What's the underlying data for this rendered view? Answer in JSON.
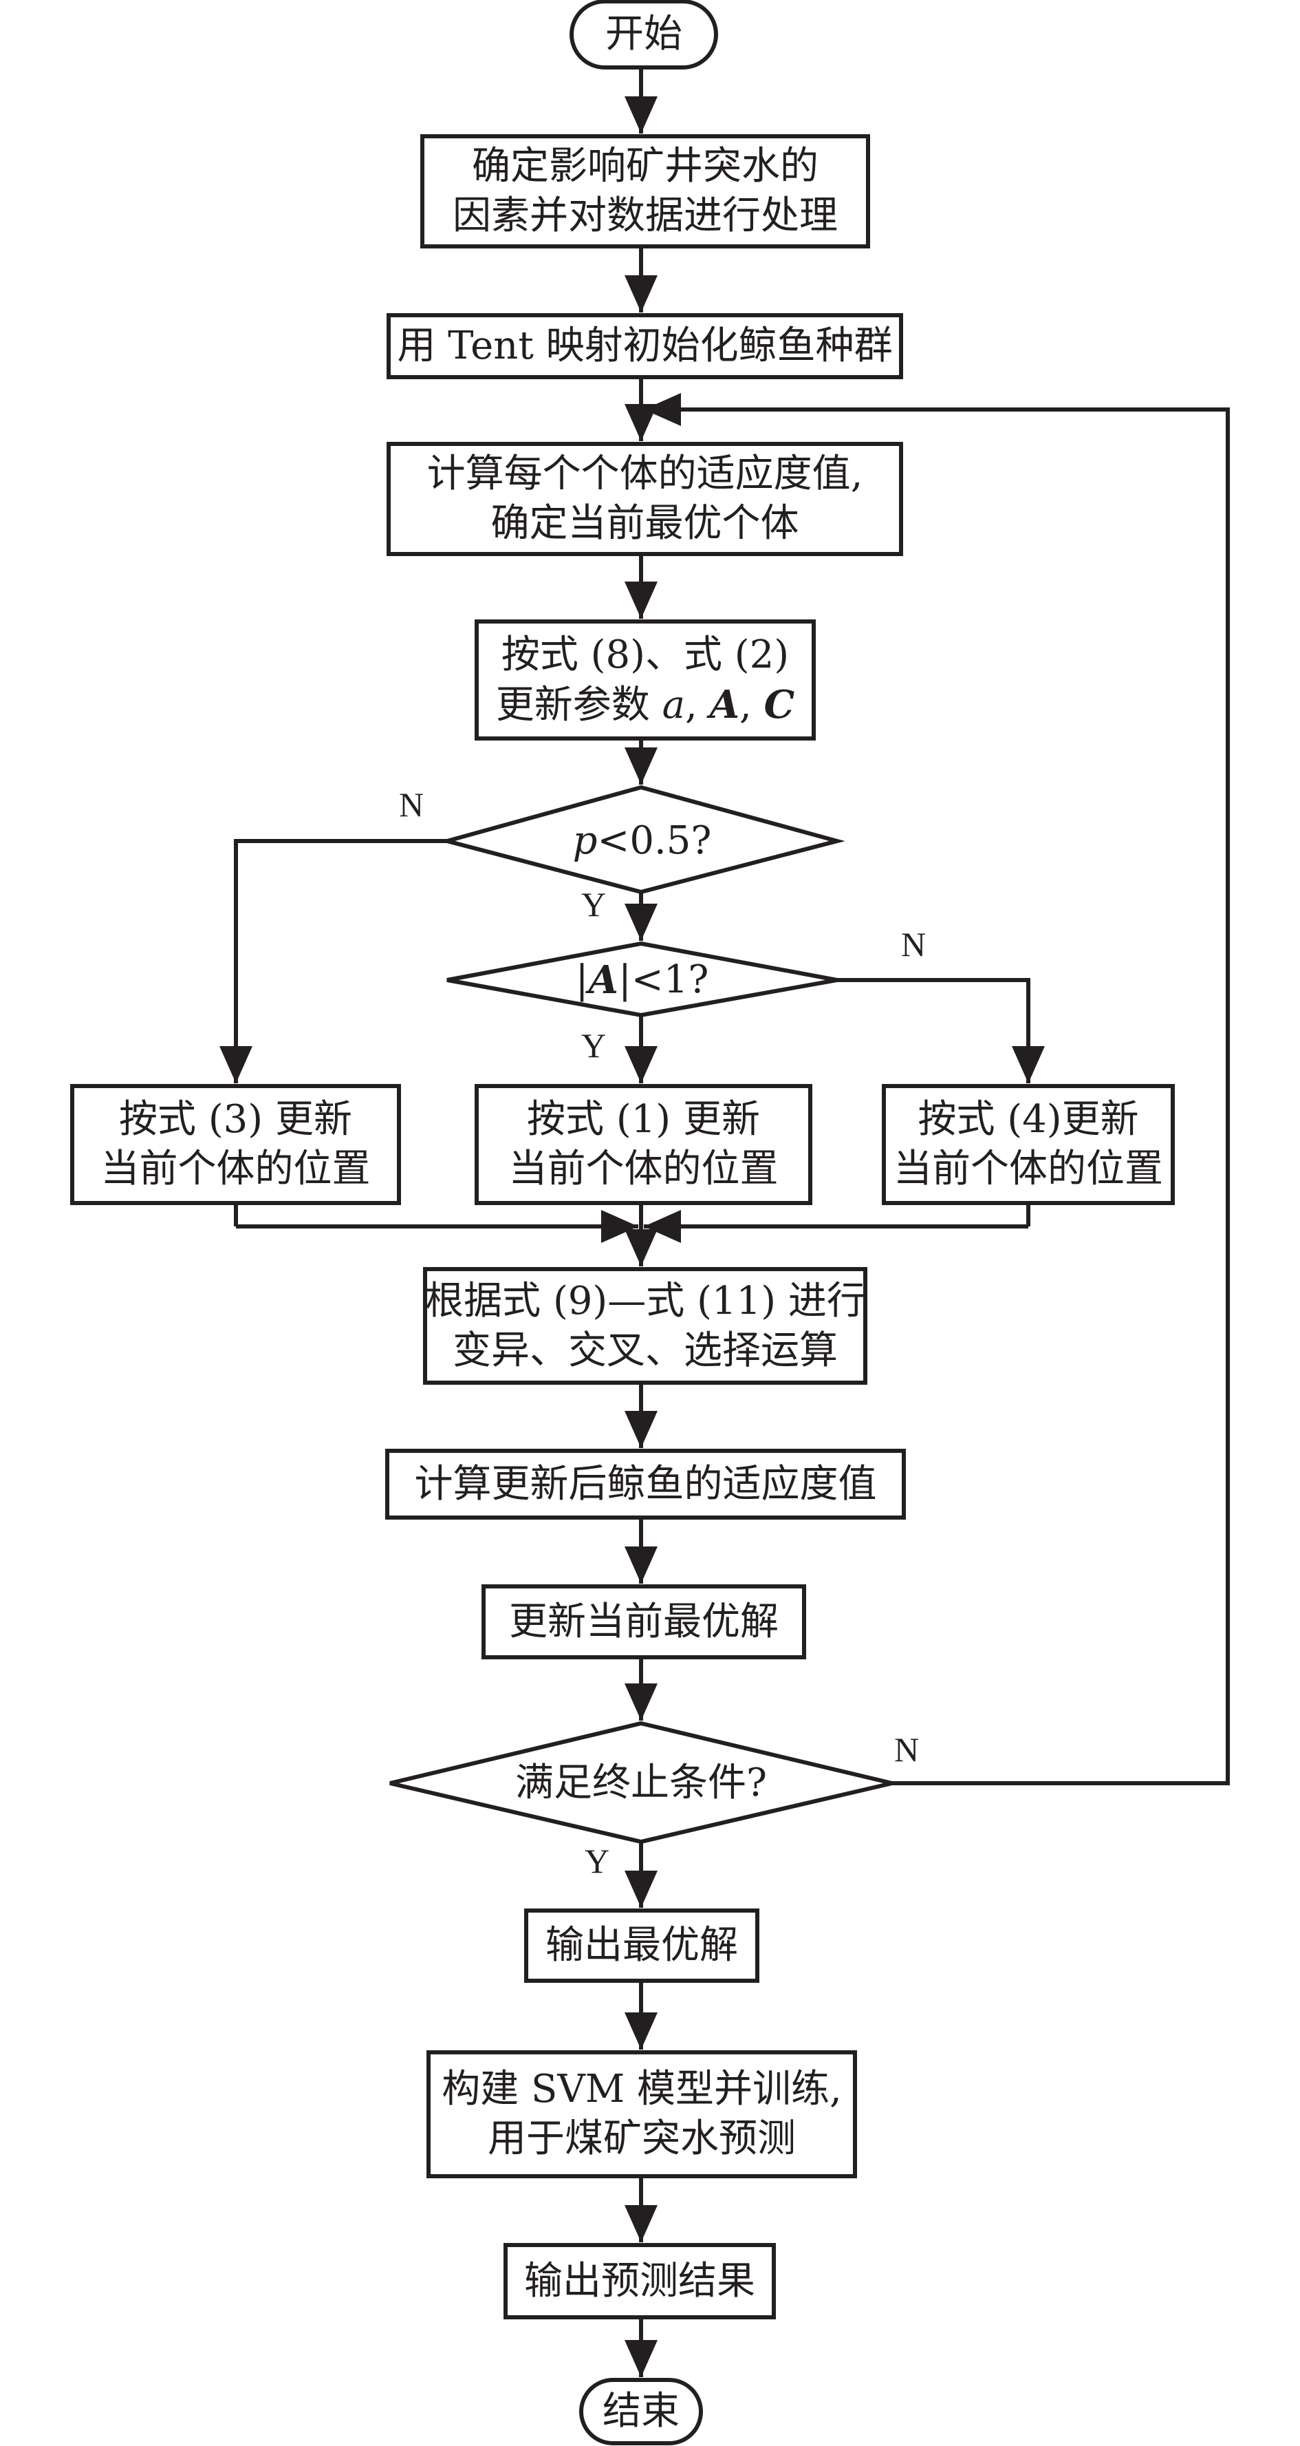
{
  "nodes": {
    "start": "开始",
    "identify_factors": "确定影响矿井突水的\n因素并对数据进行处理",
    "tent_init": "用 Tent 映射初始化鲸鱼种群",
    "calc_fitness": "计算每个个体的适应度值,\n确定当前最优个体",
    "update_params_line1": "按式 (8)、式 (2)",
    "update_params_line2": "更新参数 ",
    "param_a": "a",
    "param_A": "A",
    "param_C": "C",
    "decision_p_var": "p",
    "decision_p_rest": "<0.5?",
    "decision_A_open": "|",
    "decision_A_var": "A",
    "decision_A_rest": "|<1?",
    "update_pos_3": "按式 (3) 更新\n当前个体的位置",
    "update_pos_1": "按式 (1) 更新\n当前个体的位置",
    "update_pos_4": "按式 (4)更新\n当前个体的位置",
    "ga_ops": "根据式 (9)—式 (11) 进行\n变异、交叉、选择运算",
    "calc_fitness_updated": "计算更新后鲸鱼的适应度值",
    "update_best": "更新当前最优解",
    "decision_stop": "满足终止条件?",
    "output_best": "输出最优解",
    "build_svm": "构建 SVM 模型并训练,\n用于煤矿突水预测",
    "output_pred": "输出预测结果",
    "end": "结束"
  },
  "branch_labels": {
    "p_no": "N",
    "p_yes": "Y",
    "A_no": "N",
    "A_yes": "Y",
    "stop_no": "N",
    "stop_yes": "Y"
  },
  "colors": {
    "stroke": "#231f20",
    "background": "#ffffff"
  }
}
